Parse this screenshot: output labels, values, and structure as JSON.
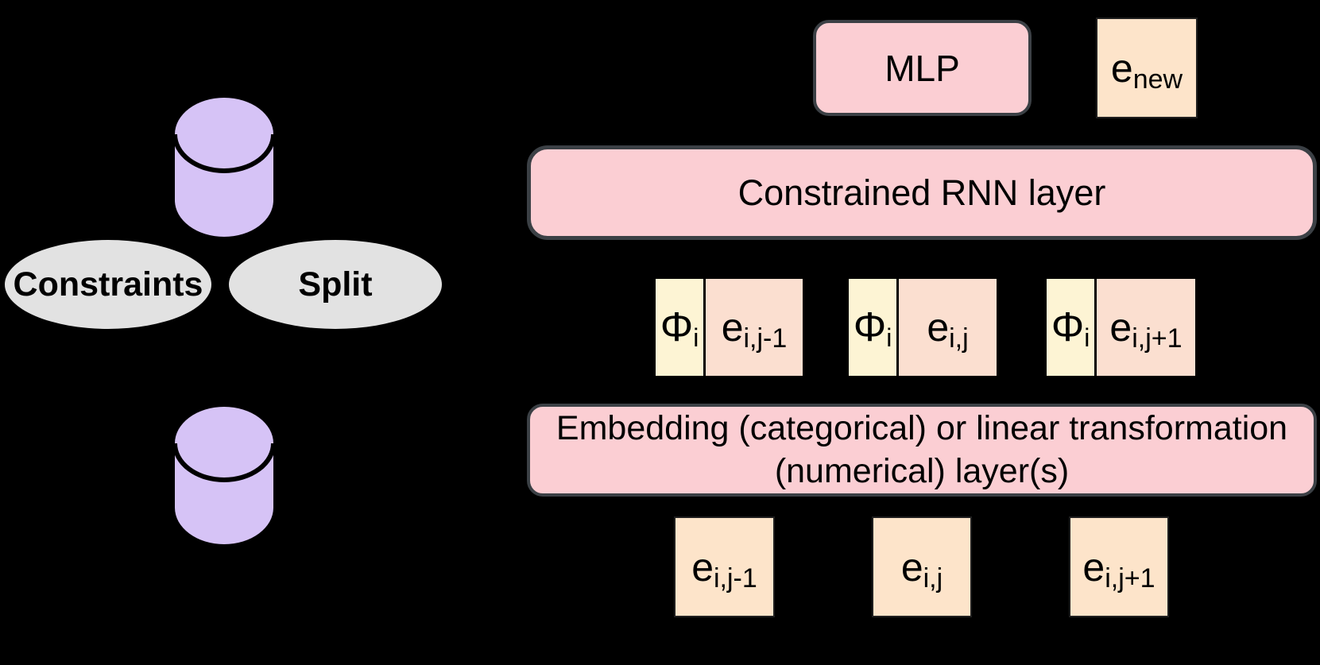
{
  "diagram": {
    "background": "#000000",
    "left": {
      "database_top_icon": "database-cylinder",
      "database_bottom_icon": "database-cylinder",
      "constraints_label": "Constraints",
      "split_label": "Split"
    },
    "model": {
      "mlp_label": "MLP",
      "e_new": {
        "base": "e",
        "sub": "new"
      },
      "rnn_label": "Constrained RNN layer",
      "embedding_line1": "Embedding (categorical) or linear transformation",
      "embedding_line2": "(numerical) layer(s)",
      "input_pairs": [
        {
          "phi_base": "Φ",
          "phi_sub": "i",
          "e_base": "e",
          "e_sub": "i,j-1"
        },
        {
          "phi_base": "Φ",
          "phi_sub": "i",
          "e_base": "e",
          "e_sub": "i,j"
        },
        {
          "phi_base": "Φ",
          "phi_sub": "i",
          "e_base": "e",
          "e_sub": "i,j+1"
        }
      ],
      "raw_embeddings": [
        {
          "base": "e",
          "sub": "i,j-1"
        },
        {
          "base": "e",
          "sub": "i,j"
        },
        {
          "base": "e",
          "sub": "i,j+1"
        }
      ]
    },
    "colors": {
      "pink_block": "#fbced3",
      "pink_border": "#3b4045",
      "peach_block": "#fde4ca",
      "peach_pink_block": "#fbdfd0",
      "cream_block": "#fdf4d4",
      "purple_cylinder": "#d6c3f6",
      "gray_ellipse": "#e2e2e2",
      "text": "#000000"
    }
  }
}
